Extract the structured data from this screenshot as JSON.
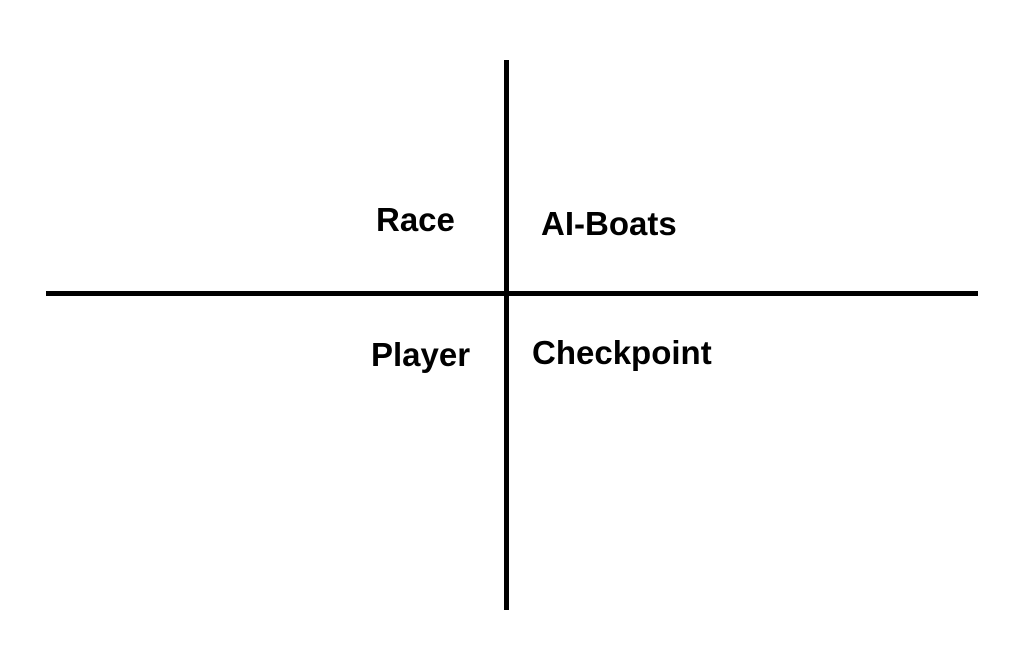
{
  "diagram": {
    "quadrants": {
      "top_left": "Race",
      "top_right": "AI-Boats",
      "bottom_left": "Player",
      "bottom_right": "Checkpoint"
    },
    "colors": {
      "line": "#000000",
      "text": "#000000",
      "background": "#ffffff"
    }
  }
}
